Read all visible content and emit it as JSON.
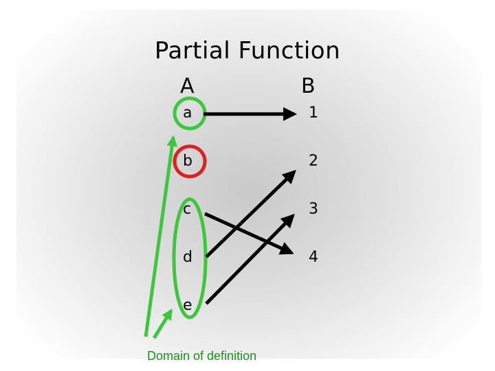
{
  "title": "Partial Function",
  "set_a": {
    "label": "A",
    "elements": [
      "a",
      "b",
      "c",
      "d",
      "e"
    ]
  },
  "set_b": {
    "label": "B",
    "elements": [
      "1",
      "2",
      "3",
      "4"
    ]
  },
  "mappings": [
    {
      "from": "a",
      "to": "1"
    },
    {
      "from": "c",
      "to": "4"
    },
    {
      "from": "d",
      "to": "2"
    },
    {
      "from": "e",
      "to": "3"
    }
  ],
  "undefined_element": "b",
  "domain_of_definition": [
    "a",
    "c",
    "d",
    "e"
  ],
  "caption": "Domain of definition",
  "colors": {
    "arrow": "#000000",
    "domain_highlight": "#3cc83c",
    "undefined_highlight": "#e02020",
    "caption": "#1e8e1e"
  }
}
